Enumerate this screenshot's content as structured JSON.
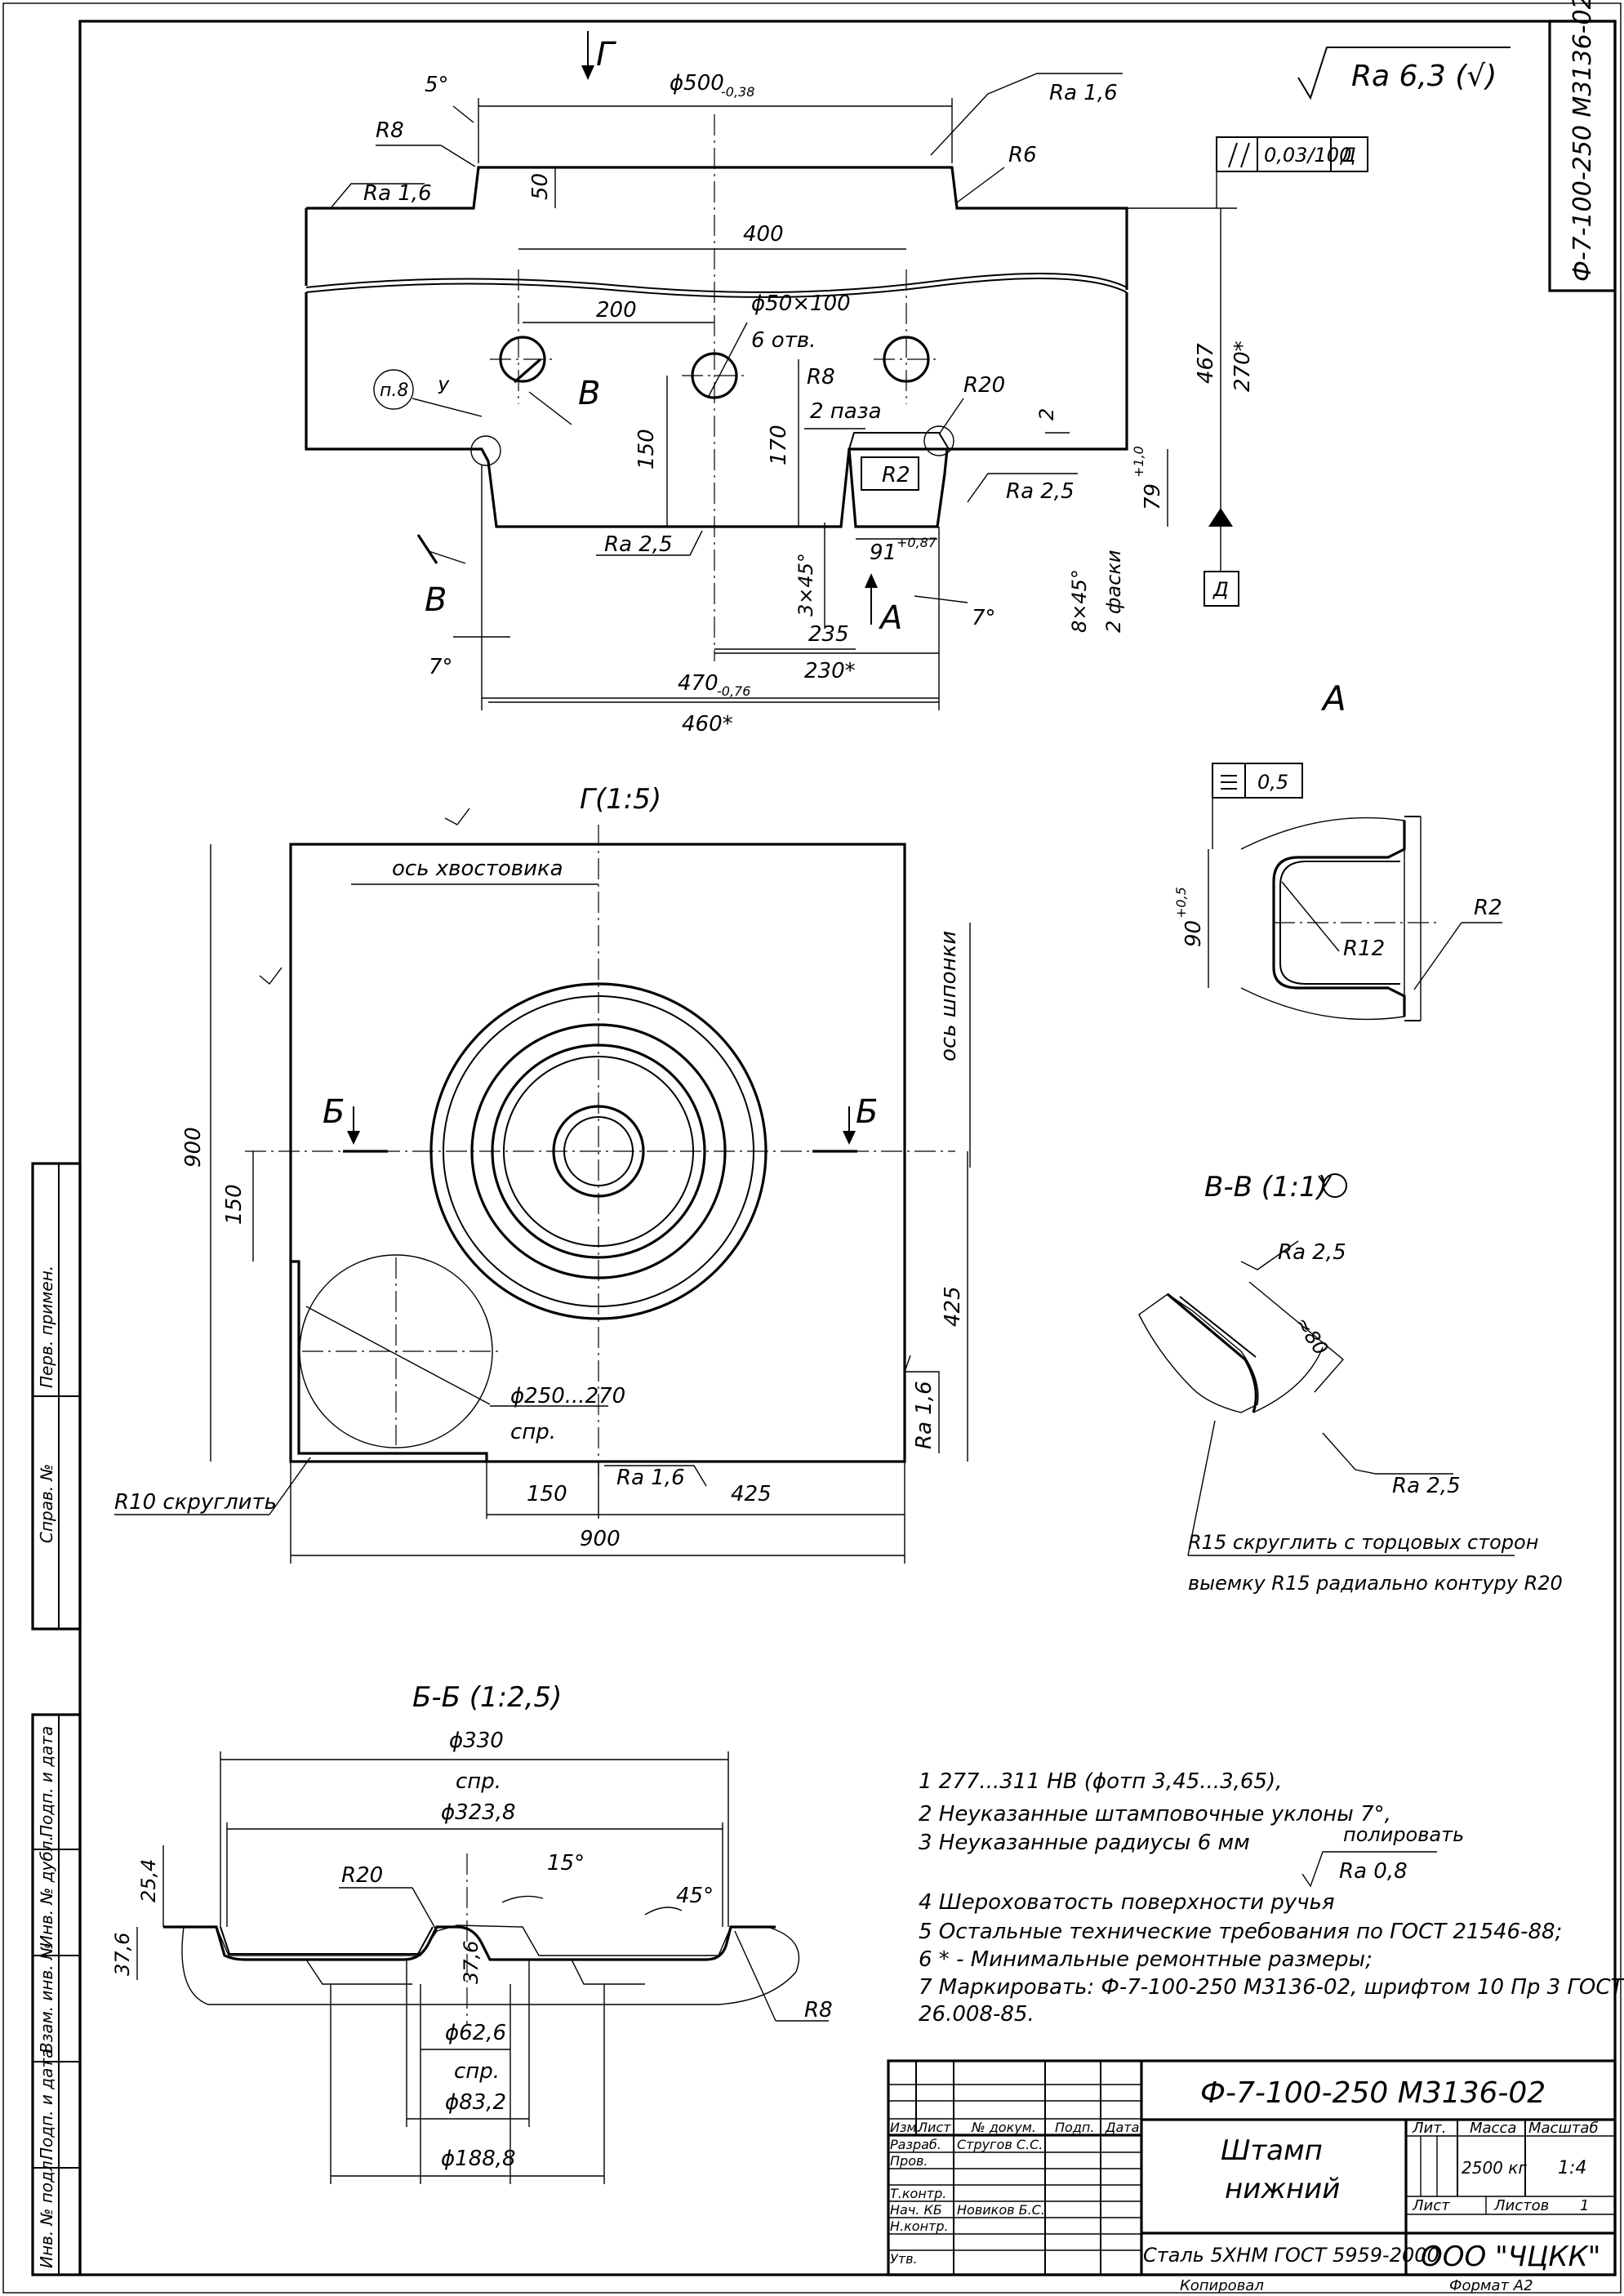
{
  "drawing_code": "Ф-7-100-250   М3136-02",
  "stamp_corner": "Ф-7-100-250   М3136-02",
  "roughness_general": "Ra 6,3 (√)",
  "front_view": {
    "view_arrow": "Г",
    "angle_5": "5°",
    "dia_500": "ϕ500",
    "dia_500_tol": "-0,38",
    "ra16_top": "Ra 1,6",
    "r8_top": "R8",
    "r6": "R6",
    "ra16_left": "Ra 1,6",
    "dim_50": "50",
    "parallel_value": "0,03/100",
    "datum_d": "Д",
    "dim_400": "400",
    "dim_200": "200",
    "holes_dia": "ϕ50×100",
    "holes_count": "6 отв.",
    "note_ref": "п.8",
    "note_y": "У",
    "section_b": "В",
    "r8_slots": "R8",
    "slots_count": "2 паза",
    "r20": "R20",
    "dim_2": "2",
    "r2": "R2",
    "ra25_slot": "Ra 2,5",
    "dim_150": "150",
    "dim_170": "170",
    "dim_79": "79",
    "dim_79_tol": "+1,0",
    "dim_467": "467",
    "dim_270": "270*",
    "ra25_bottom": "Ra 2,5",
    "chamfer_3x45": "3×45°",
    "dim_91": "91",
    "dim_91_tol": "+0,87",
    "view_a": "А",
    "angle_7_right": "7°",
    "chamfer_8x45": "8×45°",
    "two_chamfers": "2 фаски",
    "angle_7_left": "7°",
    "dim_235": "235",
    "dim_230": "230*",
    "dim_470": "470",
    "dim_470_tol": "-0,76",
    "dim_460": "460*"
  },
  "view_a": {
    "title": "А",
    "flatness": "0,5",
    "dim_90": "90",
    "dim_90_tol": "+0,5",
    "r12": "R12",
    "r2": "R2"
  },
  "view_g": {
    "title": "Г(1:5)",
    "shank_axis": "ось хвостовика",
    "key_axis": "ось шпонки",
    "dim_900_v": "900",
    "dim_150_v": "150",
    "section_b_left": "Б",
    "section_b_right": "Б",
    "dim_425_v": "425",
    "ra16_right": "Ra 1,6",
    "dia_250": "ϕ250...270",
    "ref": "спр.",
    "ra16_bottom": "Ra 1,6",
    "r10_note": "R10 скруглить",
    "dim_150_h": "150",
    "dim_425_h": "425",
    "dim_900_h": "900"
  },
  "view_vv": {
    "title": "В-В (1:1)",
    "ra25_a": "Ra 2,5",
    "approx_80": "≈80",
    "ra25_b": "Ra 2,5",
    "note1": "R15 скруглить с торцовых сторон",
    "note2": "выемку R15 радиально контуру R20"
  },
  "section_bb": {
    "title": "Б-Б (1:2,5)",
    "dia_330": "ϕ330",
    "ref1": "спр.",
    "dia_3238": "ϕ323,8",
    "dim_254": "25,4",
    "r20": "R20",
    "angle_15": "15°",
    "angle_45": "45°",
    "dim_376_left": "37,6",
    "dim_376_mid": "37,6",
    "r8": "R8",
    "dia_626": "ϕ62,6",
    "ref2": "спр.",
    "dia_832": "ϕ83,2",
    "dia_1888": "ϕ188,8"
  },
  "notes": [
    "1  277...311 НВ (ϕотп 3,45...3,65),",
    "2  Неуказанные штамповочные уклоны 7°,",
    "3  Неуказанные радиусы 6 мм",
    "4  Шероховатость поверхности ручья",
    "5  Остальные технические требования по ГОСТ 21546-88;",
    "6   * - Минимальные ремонтные размеры;",
    "7  Маркировать:  Ф-7-100-250  М3136-02,  шрифтом  10  Пр  3  ГОСТ",
    "26.008-85."
  ],
  "polish_label": "полировать",
  "polish_ra": "Ra 0,8",
  "left_strip": [
    "Перв. примен.",
    "Справ. №",
    "Подп. и дата",
    "Инв. № дубл.",
    "Взам. инв. №",
    "Подп. и дата",
    "Инв. № подл."
  ],
  "title_block": {
    "code": "Ф-7-100-250     М3136-02",
    "name_line1": "Штамп",
    "name_line2": "нижний",
    "material": "Сталь 5ХНМ ГОСТ 5959-2000",
    "company": "ООО  \"ЧЦКК\"",
    "lit": "Лит.",
    "mass": "Масса",
    "scale": "Масштаб",
    "mass_value": "2500 кг",
    "scale_value": "1:4",
    "sheet": "Лист",
    "sheets": "Листов",
    "sheets_value": "1",
    "col_izm": "Изм.",
    "col_list": "Лист",
    "col_doc": "№ докум.",
    "col_sign": "Подп.",
    "col_date": "Дата",
    "row_razrab": "Разраб.",
    "razrab_name": "Стругов С.С.",
    "row_prov": "Пров.",
    "row_tkontr": "Т.контр.",
    "row_nach": "Нач. КБ",
    "nach_name": "Новиков Б.С.",
    "row_nkontr": "Н.контр.",
    "row_utv": "Утв."
  },
  "footer_copied": "Копировал",
  "footer_format": "Формат     А2"
}
